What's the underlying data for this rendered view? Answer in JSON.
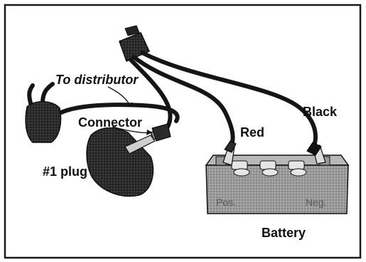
{
  "labels": {
    "to_distributor": "To distributor",
    "connector": "Connector",
    "plug": "#1 plug",
    "red": "Red",
    "black": "Black",
    "battery": "Battery",
    "pos": "Pos.",
    "neg": "Neg."
  },
  "colors": {
    "border": "#1a1a1a",
    "cable": "#151515",
    "battery_body": "#8a8a8a",
    "battery_top": "#b8b8b8"
  }
}
